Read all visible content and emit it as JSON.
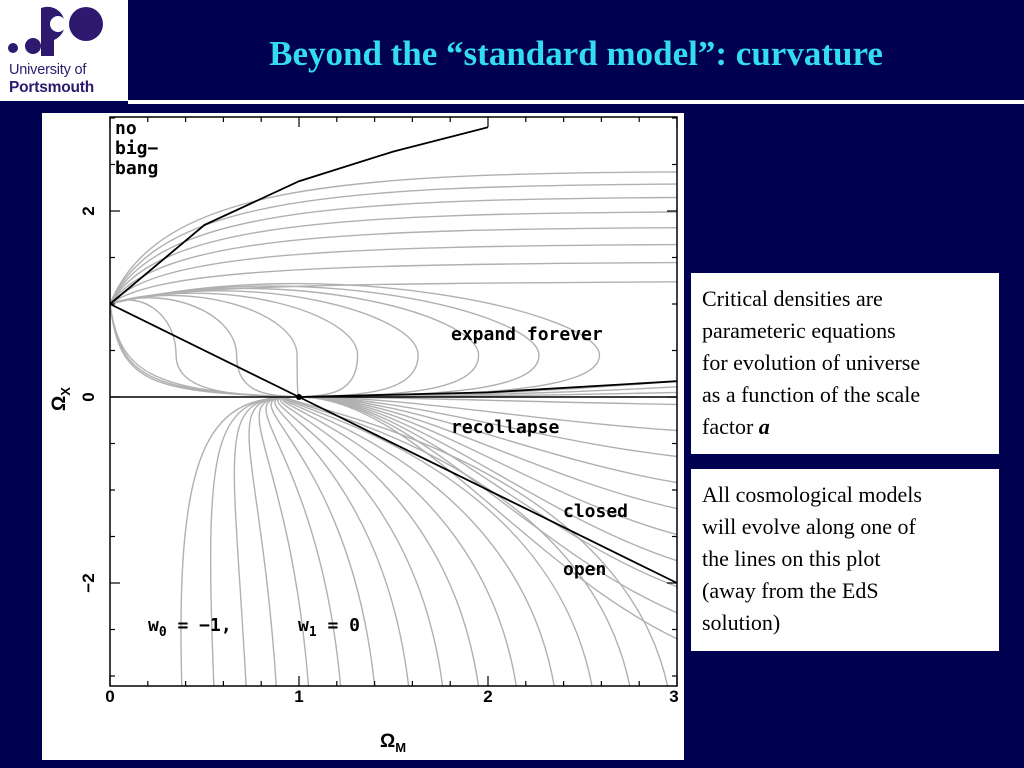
{
  "logo": {
    "line1": "University of",
    "line2": "Portsmouth",
    "color": "#2d1a6e"
  },
  "title": "Beyond the “standard model”: curvature",
  "colors": {
    "background": "#000050",
    "title": "#33ddee",
    "curves": "#b0b0b0",
    "boundaries": "#000000"
  },
  "plot": {
    "xlabel": "Ω",
    "xlabel_sub": "M",
    "ylabel": "Ω",
    "ylabel_sub": "X",
    "x_ticks": [
      "0",
      "1",
      "2",
      "3"
    ],
    "y_ticks": [
      "−2",
      "0",
      "2"
    ],
    "region_labels": {
      "no_big_bang": [
        "no",
        "big−",
        "bang"
      ],
      "expand_forever": "expand forever",
      "recollapse": "recollapse",
      "closed": "closed",
      "open": "open"
    },
    "params": {
      "w0": "w",
      "w0_sub": "0",
      "w0_rest": " = −1,",
      "w1": "w",
      "w1_sub": "1",
      "w1_rest": " = 0"
    }
  },
  "chart_data": {
    "type": "line",
    "xlabel": "ΩM",
    "ylabel": "ΩX",
    "xlim": [
      0,
      3
    ],
    "ylim": [
      -3.2,
      3
    ],
    "boundaries": [
      {
        "points": [
          [
            0,
            1
          ],
          [
            0.5,
            1.85
          ],
          [
            1,
            2.32
          ],
          [
            1.5,
            2.64
          ],
          [
            2,
            2.9
          ]
        ]
      },
      {
        "points": [
          [
            0,
            1
          ],
          [
            1,
            0
          ],
          [
            3,
            -2
          ]
        ]
      },
      {
        "points": [
          [
            1,
            0
          ],
          [
            2,
            0.05
          ],
          [
            3,
            0.17
          ]
        ]
      }
    ]
  },
  "textboxes": {
    "box1": {
      "lines": [
        "Critical densities are",
        "parameteric equations",
        "for evolution of universe",
        "as a function of the scale"
      ],
      "last_prefix": "factor ",
      "last_italic": "a"
    },
    "box2": {
      "lines": [
        "All cosmological models",
        "will evolve along one of",
        "the lines on this plot",
        "(away from the EdS",
        "solution)"
      ]
    }
  }
}
